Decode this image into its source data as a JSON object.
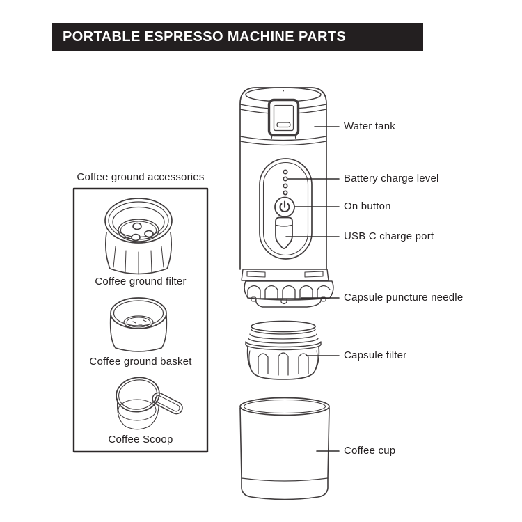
{
  "header": {
    "title": "PORTABLE ESPRESSO MACHINE PARTS"
  },
  "accessories_panel": {
    "title": "Coffee ground accessories",
    "items": [
      {
        "label": "Coffee ground filter"
      },
      {
        "label": "Coffee ground basket"
      },
      {
        "label": "Coffee Scoop"
      }
    ]
  },
  "machine_labels": [
    {
      "text": "Water tank"
    },
    {
      "text": "Battery charge level"
    },
    {
      "text": "On button"
    },
    {
      "text": "USB C charge port"
    },
    {
      "text": "Capsule puncture needle"
    },
    {
      "text": "Capsule filter"
    },
    {
      "text": "Coffee cup"
    }
  ],
  "colors": {
    "banner_background": "#231f20",
    "banner_text": "#ffffff",
    "line_art": "#413d3e",
    "label_text": "#231f20"
  }
}
